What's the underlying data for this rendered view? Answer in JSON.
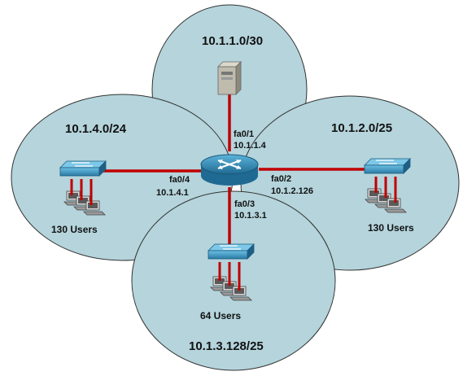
{
  "colors": {
    "zone_fill": "#b5d4dc",
    "zone_stroke": "#333333",
    "link": "#c00000",
    "router_body": "#2f7fa8",
    "router_top": "#4fa6cf",
    "switch_body": "#3a8bb5",
    "server": "#b9b6a8",
    "pc": "#8c8c8c"
  },
  "networks": {
    "top": "10.1.1.0/30",
    "left": "10.1.4.0/24",
    "right": "10.1.2.0/25",
    "bottom": "10.1.3.128/25"
  },
  "interfaces": {
    "fa0_1": {
      "name": "fa0/1",
      "ip": "10.1.1.4"
    },
    "fa0_2": {
      "name": "fa0/2",
      "ip": "10.1.2.126"
    },
    "fa0_3": {
      "name": "fa0/3",
      "ip": "10.1.3.1"
    },
    "fa0_4": {
      "name": "fa0/4",
      "ip": "10.1.4.1"
    }
  },
  "hosts": {
    "left": "130 Users",
    "right": "130 Users",
    "bottom": "64 Users"
  },
  "icons": {
    "router": "router-icon",
    "server": "server-icon",
    "switch": "switch-icon",
    "pc": "pc-icon"
  }
}
